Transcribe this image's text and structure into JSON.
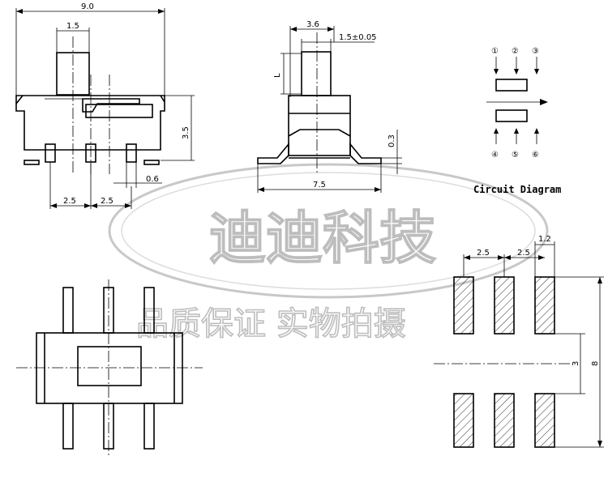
{
  "side_view": {
    "overall_width": "9.0",
    "actuator_width": "1.5",
    "body_height": "3.5",
    "terminal_width": "0.6",
    "pitch_left": "2.5",
    "pitch_right": "2.5"
  },
  "end_view": {
    "actuator_width": "3.6",
    "actuator_tolerance": "1.5±0.05",
    "actuator_height": "L",
    "foot_thickness": "0.3",
    "foot_span": "7.5"
  },
  "circuit": {
    "pin_top": [
      "①",
      "②",
      "③"
    ],
    "pin_bottom": [
      "④",
      "⑤",
      "⑥"
    ],
    "caption": "Circuit Diagram"
  },
  "watermark": {
    "line1": "迪迪科技",
    "line2": "品质保证 实物拍摄"
  },
  "pad_layout": {
    "pad_width": "1.2",
    "pitch_left": "2.5",
    "pitch_right": "2.5",
    "row_offset": "3",
    "overall_height": "8"
  },
  "colors": {
    "line": "#000000",
    "watermark_stroke": "#bdbdbd",
    "background": "#ffffff"
  }
}
